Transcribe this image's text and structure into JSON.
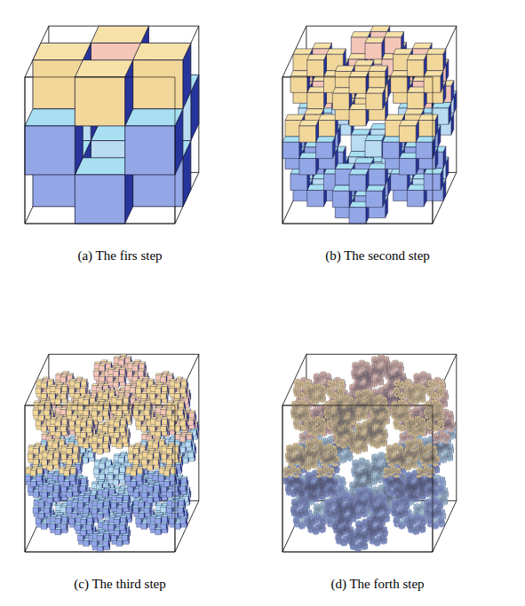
{
  "diagram": {
    "labels": [
      "(a) The firs step",
      "(b) The second step",
      "(c) The third step",
      "(d) The forth step"
    ]
  }
}
